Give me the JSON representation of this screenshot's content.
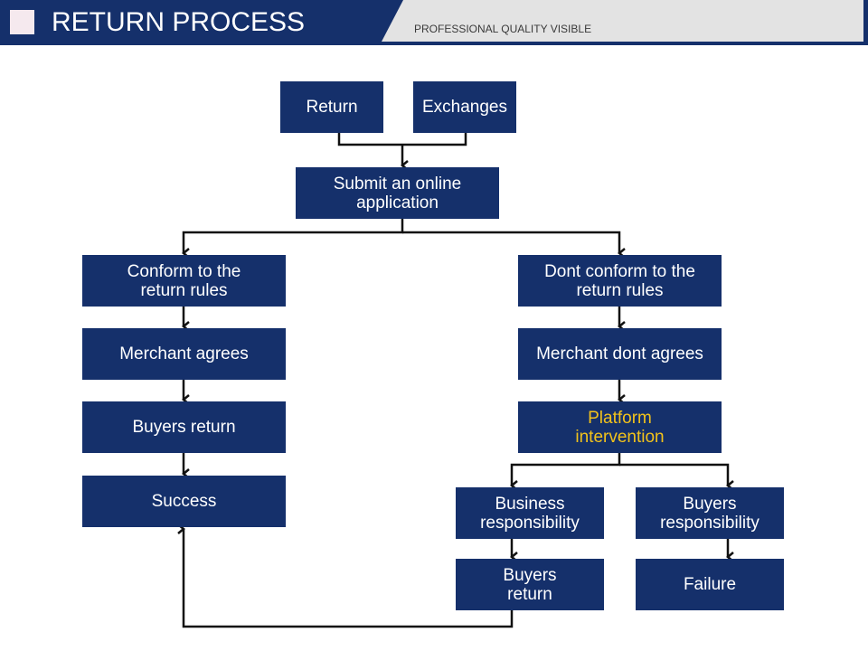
{
  "header": {
    "title": "RETURN PROCESS",
    "subtitle": "PROFESSIONAL QUALITY VISIBLE"
  },
  "nodes": {
    "return": "Return",
    "exchanges": "Exchanges",
    "submit": "Submit an online application",
    "conform": "Conform to the return rules",
    "dont_conform": "Dont conform to the return rules",
    "merchant_agrees": "Merchant agrees",
    "merchant_dont_agrees": "Merchant dont agrees",
    "buyers_return_left": "Buyers return",
    "platform_intervention": "Platform intervention",
    "success": "Success",
    "business_responsibility": "Business responsibility",
    "buyers_responsibility": "Buyers responsibility",
    "buyers_return_right": "Buyers return",
    "failure": "Failure"
  },
  "colors": {
    "node_fill": "#15306b",
    "node_text": "#ffffff",
    "highlight_text": "#f2c21b",
    "connector": "#111111",
    "header_panel": "#e3e3e3"
  }
}
